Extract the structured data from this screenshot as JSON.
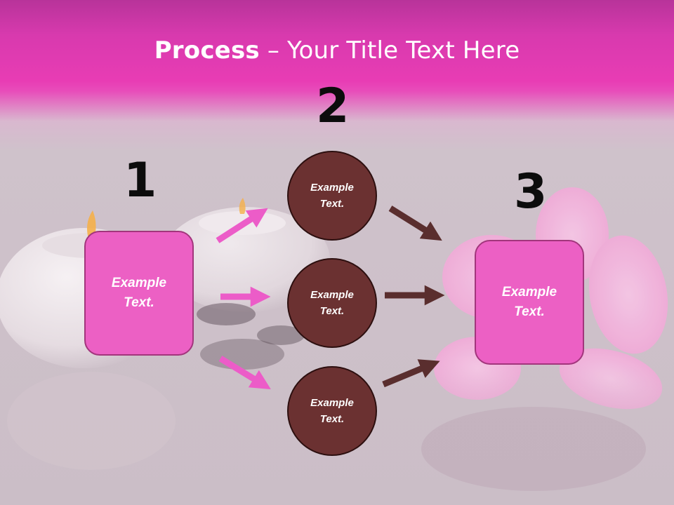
{
  "slide": {
    "title_bold": "Process",
    "title_rest": " – Your Title Text Here"
  },
  "steps": {
    "one": {
      "number": "1",
      "text": "Example\nText."
    },
    "two": {
      "number": "2"
    },
    "three": {
      "number": "3",
      "text": "Example\nText."
    }
  },
  "circles": [
    {
      "text": "Example\nText."
    },
    {
      "text": "Example\nText."
    },
    {
      "text": "Example\nText."
    }
  ],
  "colors": {
    "header_pink": "#e83cb4",
    "box_pink": "#ec60c4",
    "circle_brown": "#6b3131",
    "arrow_pink": "#ec5cc8",
    "arrow_brown": "#5a2e2e"
  }
}
